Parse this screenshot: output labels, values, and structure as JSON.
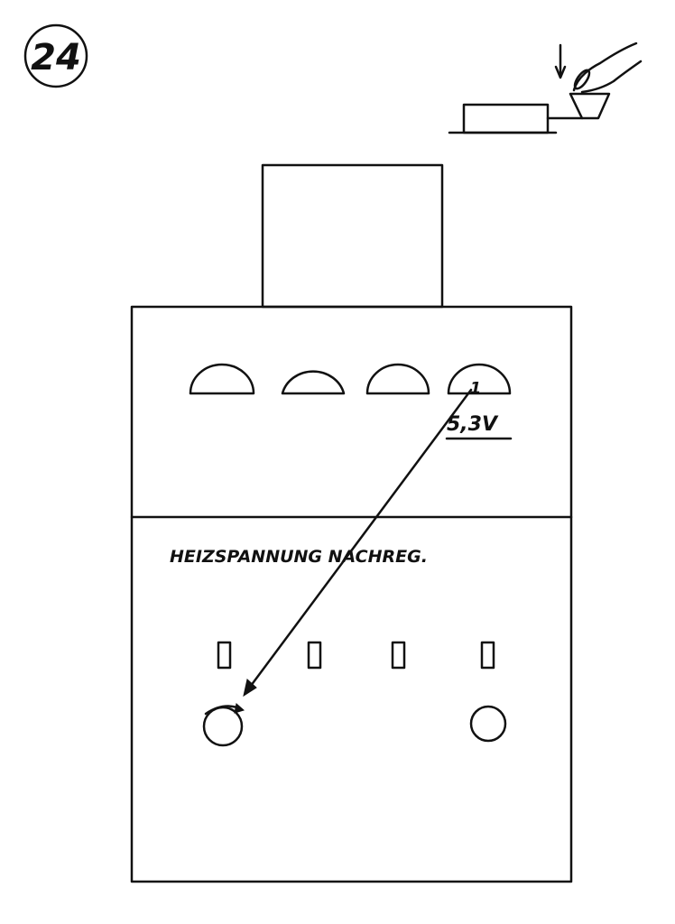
{
  "step_number": "24",
  "panel_label": "HEIZSPANNUNG NACHREG.",
  "meter_reading": "5,3V",
  "meter_needle_glyph": "1",
  "meter_count": 4,
  "highlighted_meter": 4,
  "icons": [
    "finger-press-button-icon",
    "down-arrow-icon",
    "rotate-arrow-icon"
  ],
  "colors": {
    "ink": "#111111",
    "background": "#ffffff"
  }
}
